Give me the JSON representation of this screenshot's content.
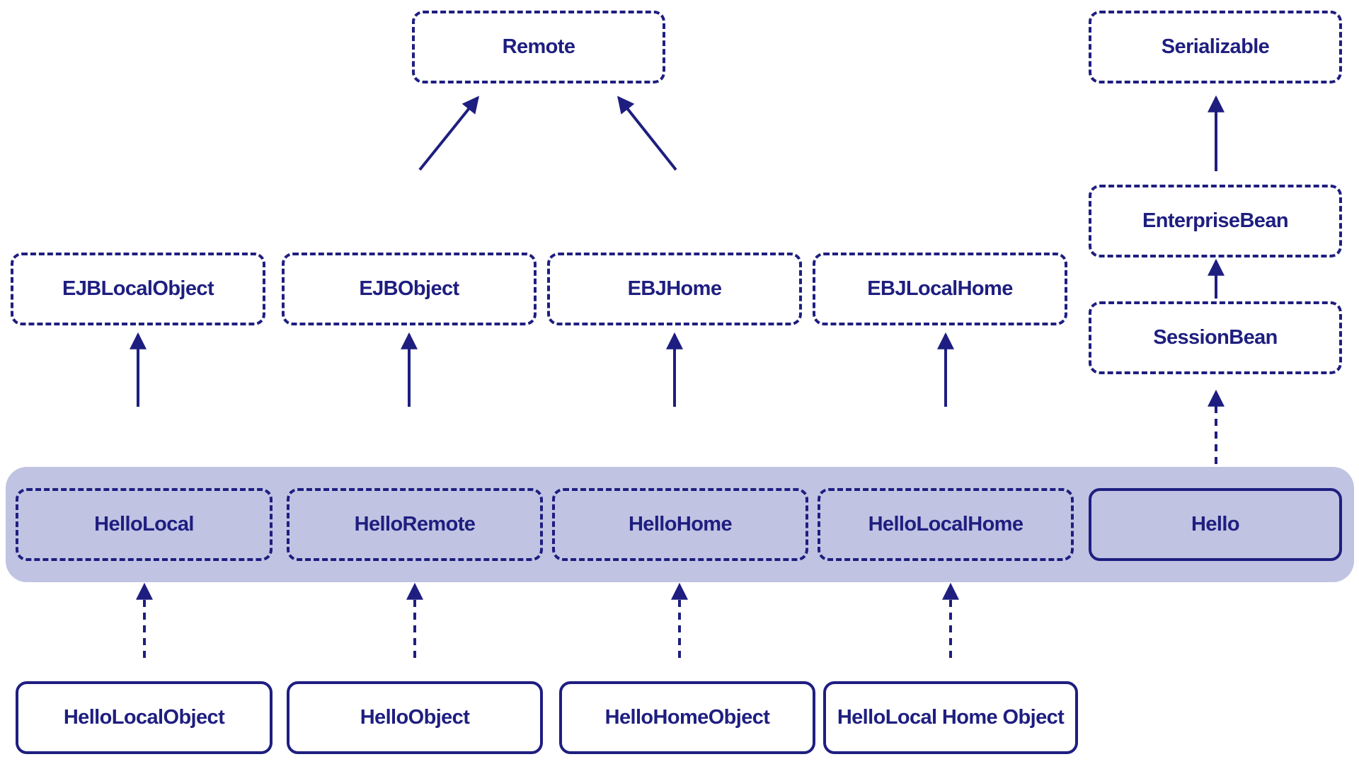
{
  "colors": {
    "ink": "#1e1e80",
    "band": "#c0c3e2"
  },
  "diagram": {
    "interfaces": {
      "remote": "Remote",
      "serializable": "Serializable",
      "enterprise_bean": "EnterpriseBean",
      "session_bean": "SessionBean",
      "ejb_local_object": "EJBLocalObject",
      "ejb_object": "EJBObject",
      "ebj_home": "EBJHome",
      "ebj_local_home": "EBJLocalHome"
    },
    "user_types": {
      "hello_local": "HelloLocal",
      "hello_remote": "HelloRemote",
      "hello_home": "HelloHome",
      "hello_local_home": "HelloLocalHome",
      "hello": "Hello"
    },
    "generated": {
      "hello_local_object": "HelloLocalObject",
      "hello_object": "HelloObject",
      "hello_home_object": "HelloHomeObject",
      "hello_local_home_object": "HelloLocal Home Object"
    }
  }
}
